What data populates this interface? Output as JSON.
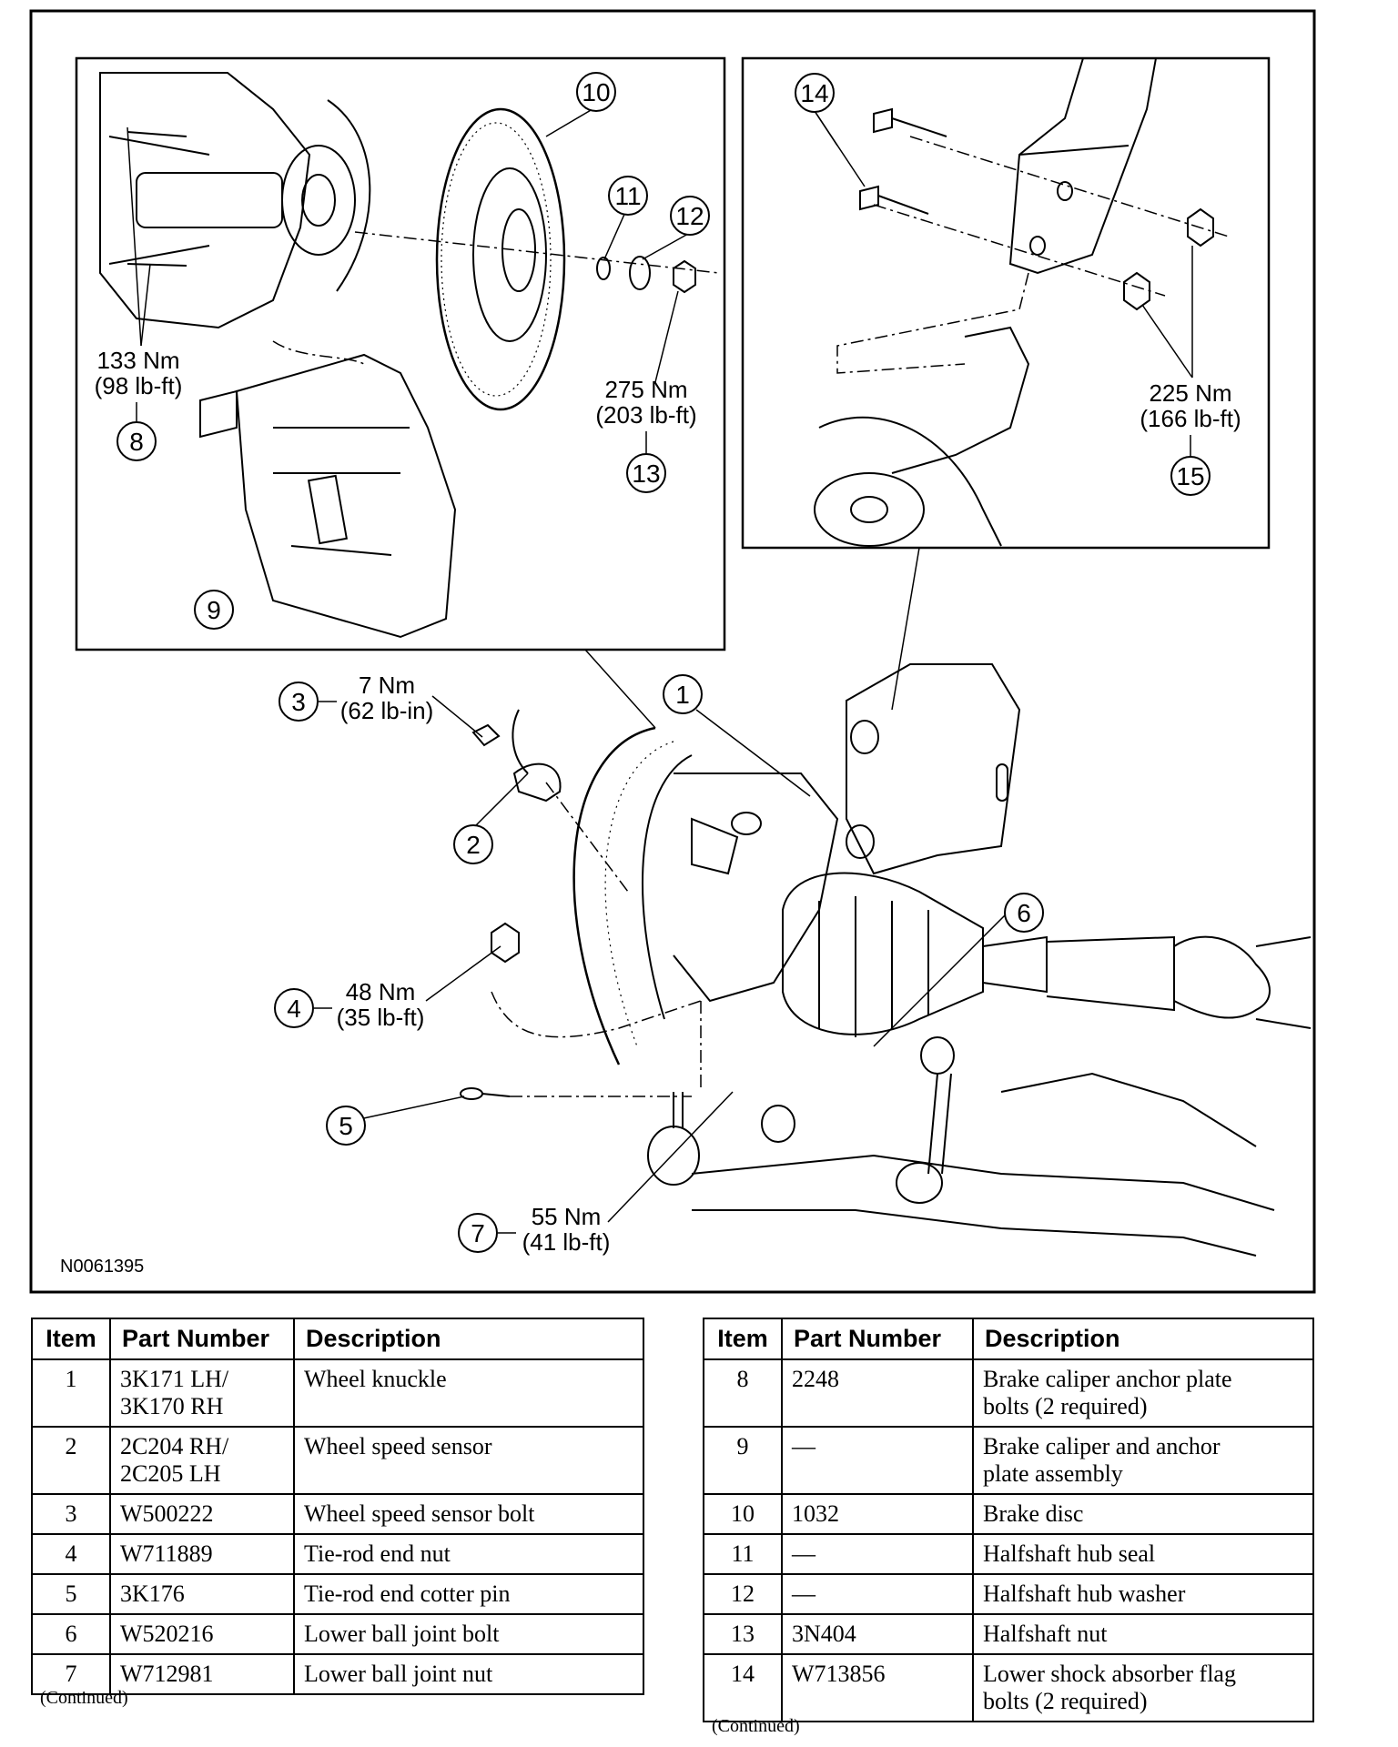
{
  "diagram": {
    "figure_id": "N0061395",
    "callouts": [
      "1",
      "2",
      "3",
      "4",
      "5",
      "6",
      "7",
      "8",
      "9",
      "10",
      "11",
      "12",
      "13",
      "14",
      "15"
    ],
    "torques": {
      "t3": {
        "nm": "7 Nm",
        "imp": "(62 lb-in)"
      },
      "t4": {
        "nm": "48 Nm",
        "imp": "(35 lb-ft)"
      },
      "t7": {
        "nm": "55 Nm",
        "imp": "(41 lb-ft)"
      },
      "t8": {
        "nm": "133 Nm",
        "imp": "(98 lb-ft)"
      },
      "t13": {
        "nm": "275 Nm",
        "imp": "(203 lb-ft)"
      },
      "t15": {
        "nm": "225 Nm",
        "imp": "(166 lb-ft)"
      }
    }
  },
  "table_left": {
    "headers": [
      "Item",
      "Part Number",
      "Description"
    ],
    "rows": [
      {
        "item": "1",
        "part": "3K171 LH/\n3K170 RH",
        "desc": "Wheel knuckle"
      },
      {
        "item": "2",
        "part": "2C204 RH/\n2C205 LH",
        "desc": "Wheel speed sensor"
      },
      {
        "item": "3",
        "part": "W500222",
        "desc": "Wheel speed sensor bolt"
      },
      {
        "item": "4",
        "part": "W711889",
        "desc": "Tie-rod end nut"
      },
      {
        "item": "5",
        "part": "3K176",
        "desc": "Tie-rod end cotter pin"
      },
      {
        "item": "6",
        "part": "W520216",
        "desc": "Lower ball joint bolt"
      },
      {
        "item": "7",
        "part": "W712981",
        "desc": "Lower ball joint nut"
      }
    ],
    "continued": "(Continued)"
  },
  "table_right": {
    "headers": [
      "Item",
      "Part Number",
      "Description"
    ],
    "rows": [
      {
        "item": "8",
        "part": "2248",
        "desc": "Brake caliper anchor plate\nbolts (2 required)"
      },
      {
        "item": "9",
        "part": "—",
        "desc": "Brake caliper and anchor\nplate assembly"
      },
      {
        "item": "10",
        "part": "1032",
        "desc": "Brake disc"
      },
      {
        "item": "11",
        "part": "—",
        "desc": "Halfshaft hub seal"
      },
      {
        "item": "12",
        "part": "—",
        "desc": "Halfshaft hub washer"
      },
      {
        "item": "13",
        "part": "3N404",
        "desc": "Halfshaft nut"
      },
      {
        "item": "14",
        "part": "W713856",
        "desc": "Lower shock absorber flag\nbolts (2 required)"
      }
    ],
    "continued": "(Continued)"
  }
}
